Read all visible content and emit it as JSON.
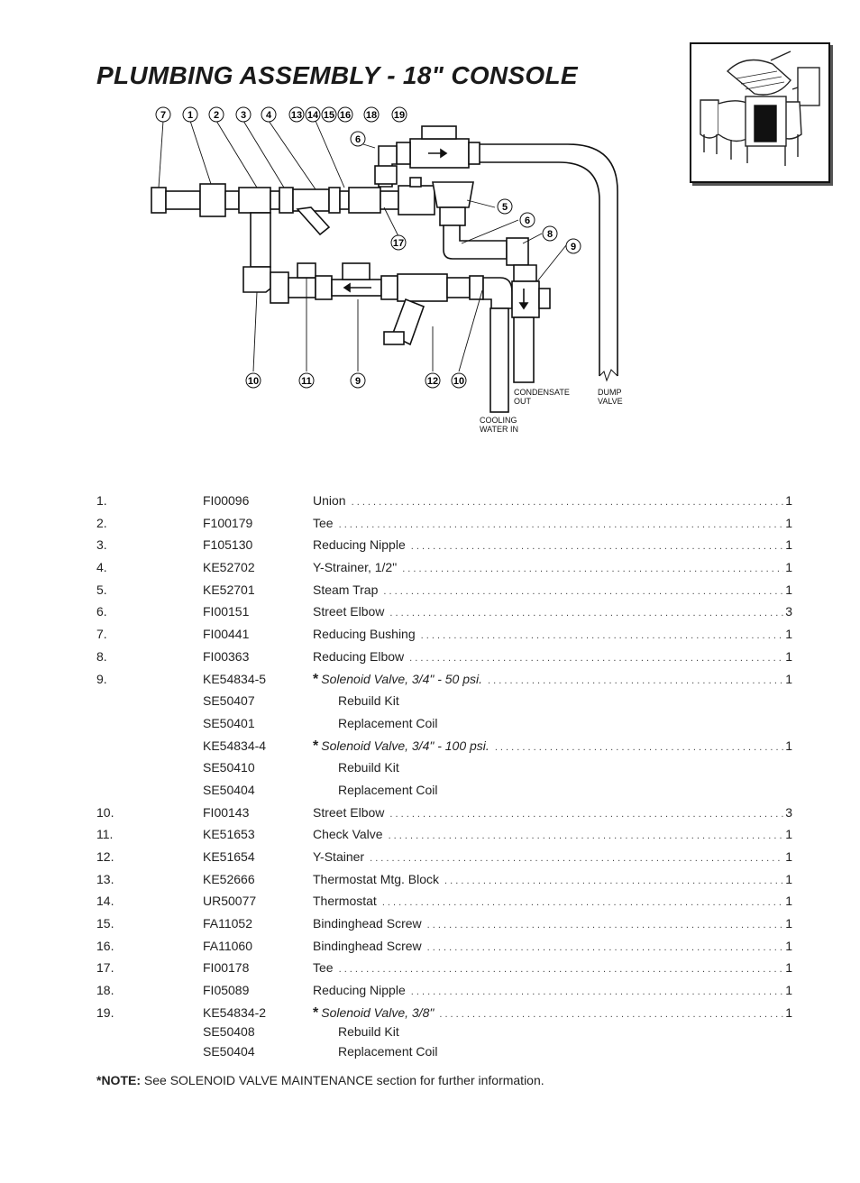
{
  "title": "PLUMBING ASSEMBLY - 18\" CONSOLE",
  "diagram": {
    "callouts_top": [
      "7",
      "1",
      "2",
      "3",
      "4",
      "13",
      "14",
      "15",
      "16",
      "18",
      "19"
    ],
    "callouts": {
      "c6a": "6",
      "c5": "5",
      "c6b": "6",
      "c8": "8",
      "c9": "9",
      "c17": "17",
      "c10a": "10",
      "c11": "11",
      "c9b": "9",
      "c12": "12",
      "c10b": "10"
    },
    "labels": {
      "condensate_1": "CONDENSATE",
      "condensate_2": "OUT",
      "dump_1": "DUMP",
      "dump_2": "VALVE",
      "cooling_1": "COOLING",
      "cooling_2": "WATER IN"
    }
  },
  "parts": [
    {
      "num": "1.",
      "pn": "FI00096",
      "desc": "Union",
      "qty": "1"
    },
    {
      "num": "2.",
      "pn": "F100179",
      "desc": "Tee",
      "qty": "1"
    },
    {
      "num": "3.",
      "pn": "F105130",
      "desc": "Reducing Nipple",
      "qty": "1"
    },
    {
      "num": "4.",
      "pn": "KE52702",
      "desc": "Y-Strainer, 1/2\"",
      "qty": "1"
    },
    {
      "num": "5.",
      "pn": "KE52701",
      "desc": "Steam Trap",
      "qty": "1"
    },
    {
      "num": "6.",
      "pn": "FI00151",
      "desc": "Street Elbow",
      "qty": "3"
    },
    {
      "num": "7.",
      "pn": "FI00441",
      "desc": "Reducing Bushing",
      "qty": "1"
    },
    {
      "num": "8.",
      "pn": "FI00363",
      "desc": "Reducing Elbow",
      "qty": "1"
    },
    {
      "num": "9.",
      "pn": "KE54834-5",
      "star": "*",
      "desc": "Solenoid Valve, 3/4\" - 50 psi.",
      "qty": "1"
    },
    {
      "pn": "SE50407",
      "sub": "Rebuild Kit"
    },
    {
      "pn": "SE50401",
      "sub": "Replacement Coil"
    },
    {
      "pn": "KE54834-4",
      "star": "*",
      "desc": "Solenoid Valve, 3/4\" - 100 psi.",
      "qty": "1"
    },
    {
      "pn": "SE50410",
      "sub": "Rebuild Kit"
    },
    {
      "pn": "SE50404",
      "sub": "Replacement Coil"
    },
    {
      "num": "10.",
      "pn": "FI00143",
      "desc": "Street Elbow",
      "qty": "3"
    },
    {
      "num": "11.",
      "pn": "KE51653",
      "desc": "Check Valve",
      "qty": "1"
    },
    {
      "num": "12.",
      "pn": "KE51654",
      "desc": "Y-Stainer",
      "qty": "1"
    },
    {
      "num": "13.",
      "pn": "KE52666",
      "desc": "Thermostat Mtg. Block",
      "qty": "1"
    },
    {
      "num": "14.",
      "pn": "UR50077",
      "desc": "Thermostat",
      "qty": "1"
    },
    {
      "num": "15.",
      "pn": "FA11052",
      "desc": "Bindinghead Screw",
      "qty": "1"
    },
    {
      "num": "16.",
      "pn": "FA11060",
      "desc": "Bindinghead Screw",
      "qty": "1"
    },
    {
      "num": "17.",
      "pn": "FI00178",
      "desc": "Tee",
      "qty": "1"
    },
    {
      "num": "18.",
      "pn": "FI05089",
      "desc": "Reducing Nipple",
      "qty": "1"
    },
    {
      "num": "19.",
      "pn": "KE54834-2",
      "star": "*",
      "desc": "Solenoid Valve, 3/8\"",
      "qty": "1"
    },
    {
      "pn": "SE50408",
      "sub": "Rebuild Kit"
    },
    {
      "pn": "SE50404",
      "sub": "Replacement Coil"
    }
  ],
  "note": {
    "label": "*NOTE:",
    "text": " See SOLENOID VALVE MAINTENANCE section for further information."
  }
}
